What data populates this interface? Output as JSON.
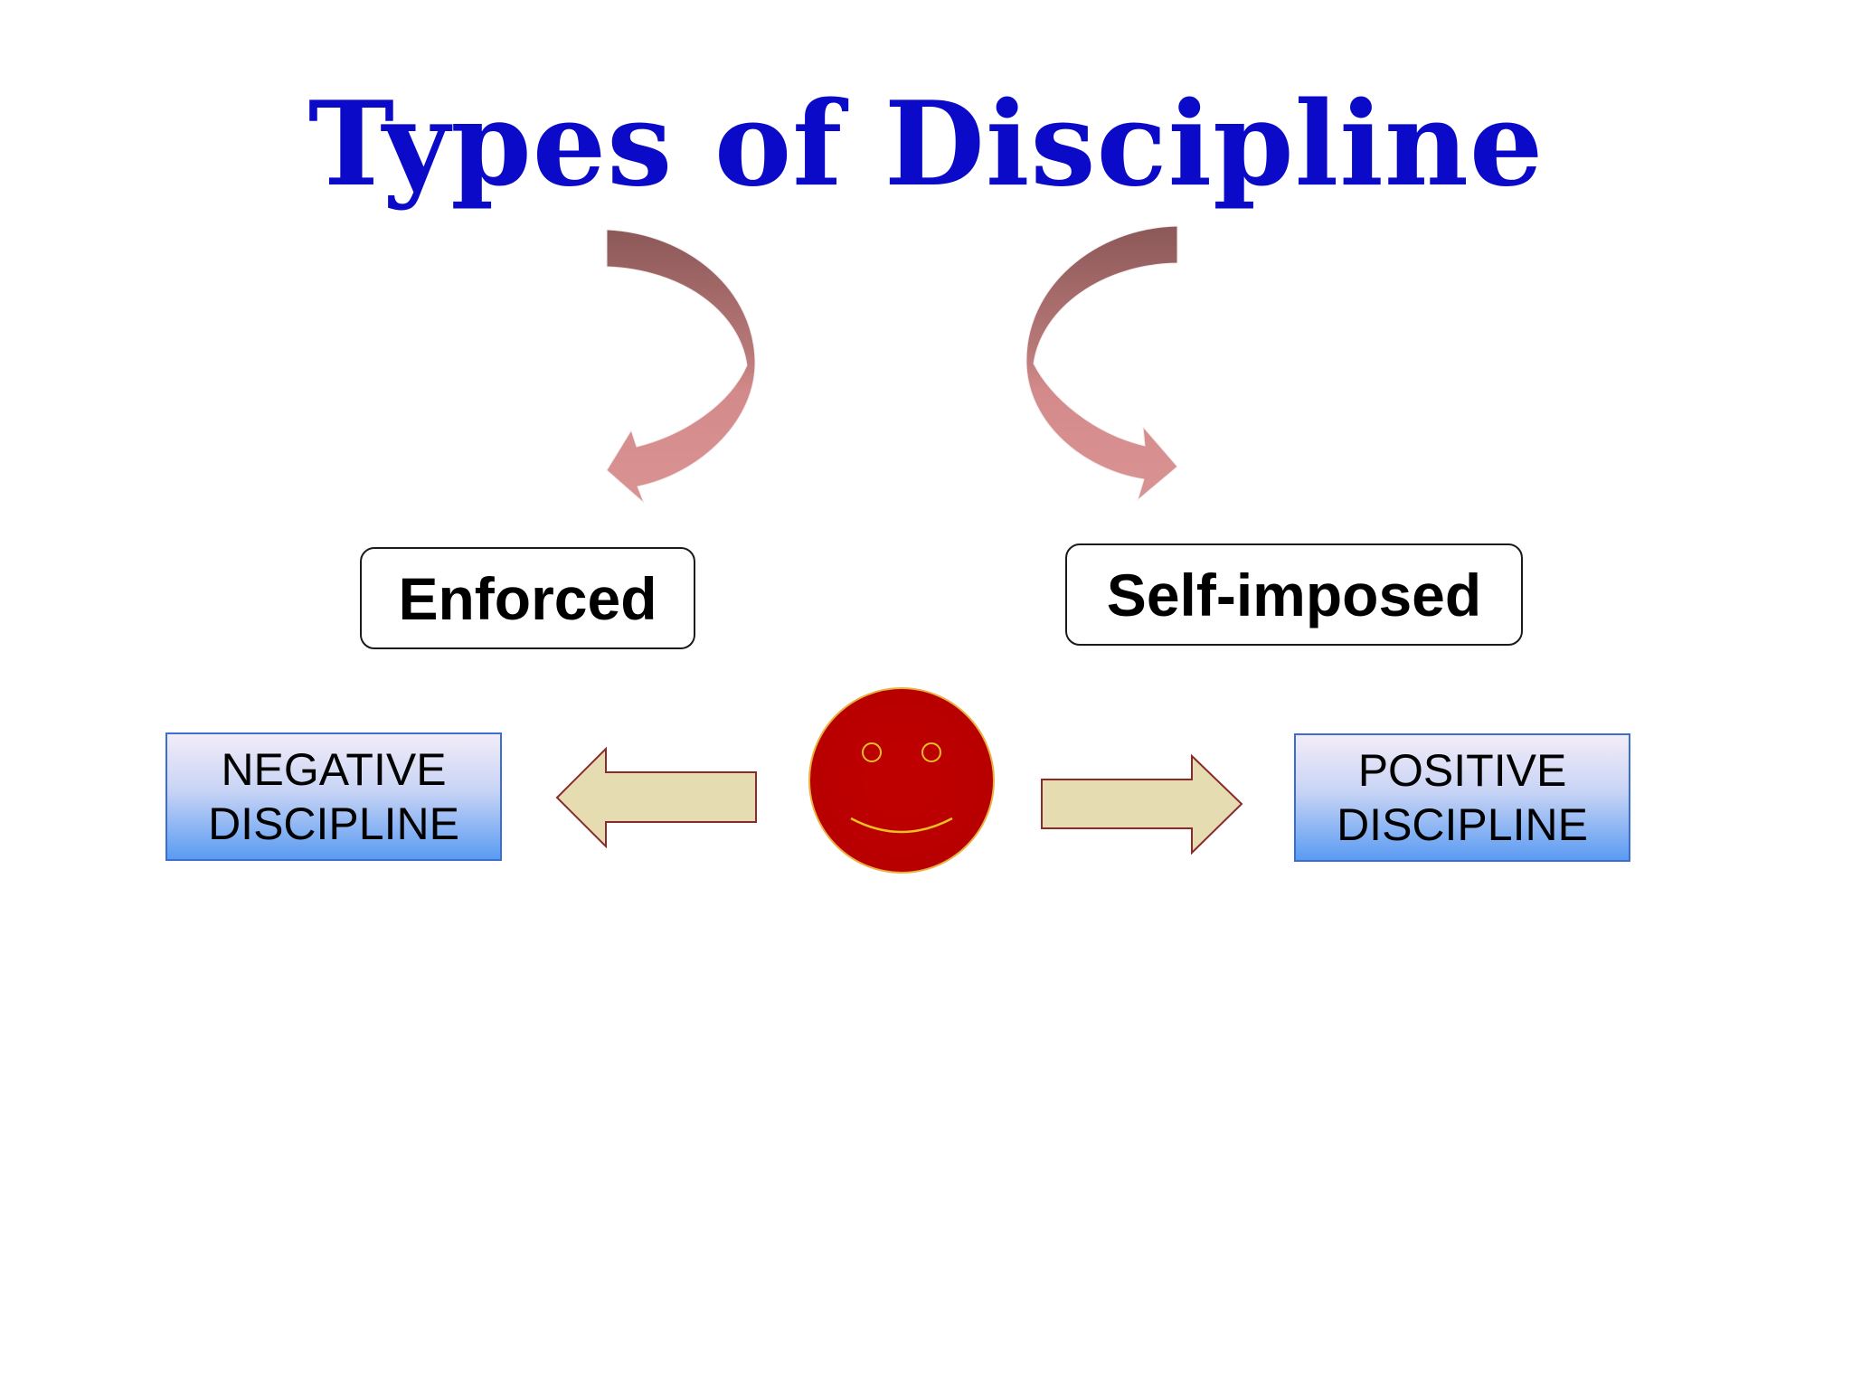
{
  "title": "Types of Discipline",
  "branches": {
    "left_label": "Enforced",
    "right_label": "Self-imposed"
  },
  "outcomes": {
    "negative_line1": "NEGATIVE",
    "negative_line2": "DISCIPLINE",
    "positive_line1": "POSITIVE",
    "positive_line2": "DISCIPLINE"
  },
  "colors": {
    "title": "#0a0ac8",
    "curved_arrow_dark": "#946060",
    "curved_arrow_light": "#d88c8c",
    "block_arrow_fill": "#e6dcb2",
    "block_arrow_stroke": "#8a2a2a",
    "face_fill": "#c00000",
    "face_features": "#f0c020"
  },
  "icons": {
    "center": "smiley-face-icon",
    "curved_arrows": "curved-arrow-icon",
    "block_arrows": "block-arrow-icon"
  }
}
